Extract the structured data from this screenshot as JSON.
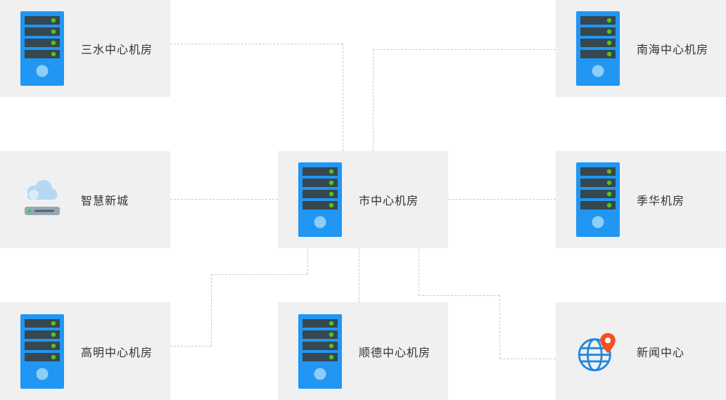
{
  "nodes": [
    {
      "id": "sanshui",
      "label": "三水中心机房",
      "icon": "server-icon"
    },
    {
      "id": "nanhai",
      "label": "南海中心机房",
      "icon": "server-icon"
    },
    {
      "id": "zhihui",
      "label": "智慧新城",
      "icon": "cloud-device-icon"
    },
    {
      "id": "city",
      "label": "市中心机房",
      "icon": "server-icon"
    },
    {
      "id": "jihua",
      "label": "季华机房",
      "icon": "server-icon"
    },
    {
      "id": "gaoming",
      "label": "高明中心机房",
      "icon": "server-icon"
    },
    {
      "id": "shunde",
      "label": "顺德中心机房",
      "icon": "server-icon"
    },
    {
      "id": "news",
      "label": "新闻中心",
      "icon": "globe-pin-icon"
    }
  ],
  "connections": [
    {
      "from": "市中心机房",
      "to": "三水中心机房",
      "style": "dashed"
    },
    {
      "from": "市中心机房",
      "to": "南海中心机房",
      "style": "dashed"
    },
    {
      "from": "市中心机房",
      "to": "智慧新城",
      "style": "dashed"
    },
    {
      "from": "市中心机房",
      "to": "季华机房",
      "style": "dashed"
    },
    {
      "from": "市中心机房",
      "to": "高明中心机房",
      "style": "dashed"
    },
    {
      "from": "市中心机房",
      "to": "顺德中心机房",
      "style": "dashed"
    },
    {
      "from": "市中心机房",
      "to": "新闻中心",
      "style": "dashed"
    }
  ],
  "colors": {
    "background": "#ffffff",
    "node_background": "#f0f0f0",
    "connector": "#c9c9c9",
    "text": "#333333",
    "server_body": "#2196f3",
    "server_slot": "#36474f",
    "led_green": "#52c41a",
    "server_dot": "#8ecdf7",
    "cloud": "#b5d8f0",
    "device_bar": "#95a8b3",
    "globe_stroke": "#2086e0",
    "pin": "#f4511e"
  }
}
